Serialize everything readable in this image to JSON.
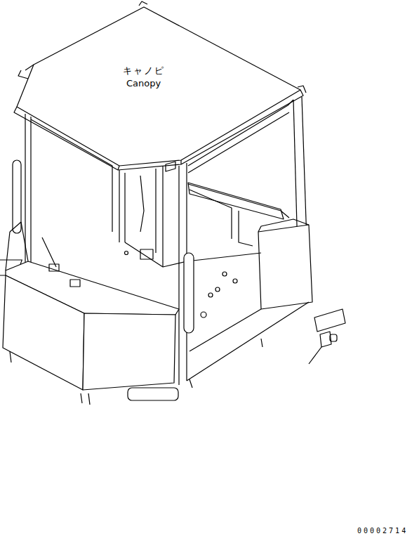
{
  "diagram": {
    "labels": [
      "キャノピ",
      "Canopy",
      "00002714"
    ]
  }
}
